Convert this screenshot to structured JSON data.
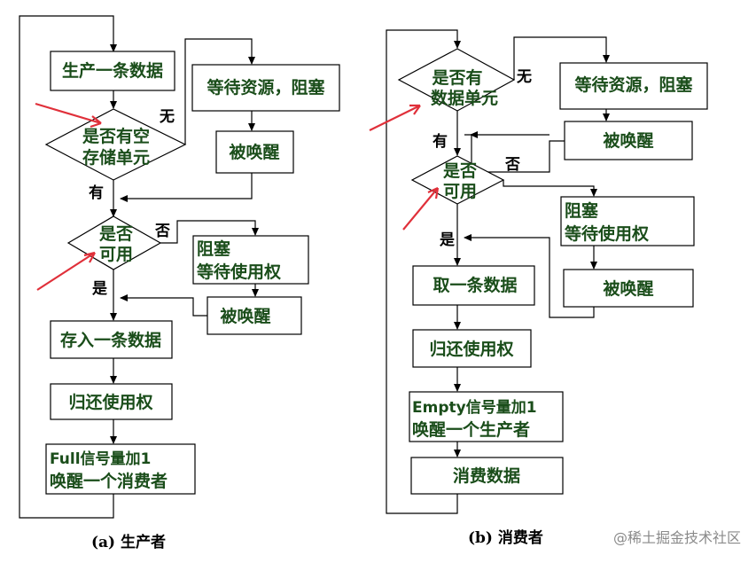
{
  "producer": {
    "caption": "(a)  生产者",
    "nodes": {
      "produce": "生产一条数据",
      "q_space_1": "是否有空",
      "q_space_2": "存储单元",
      "wait_block": "等待资源，阻塞",
      "woken_1": "被唤醒",
      "q_avail_1": "是否",
      "q_avail_2": "可用",
      "block_1": "阻塞",
      "block_2": "等待使用权",
      "woken_2": "被唤醒",
      "store": "存入一条数据",
      "return_right": "归还使用权",
      "signal_1": "Full信号量加1",
      "signal_2": "唤醒一个消费者"
    },
    "edges": {
      "no_space": "无",
      "has_space": "有",
      "not_avail": "否",
      "avail": "是"
    }
  },
  "consumer": {
    "caption": "(b)  消费者",
    "nodes": {
      "q_data_1": "是否有",
      "q_data_2": "数据单元",
      "wait_block": "等待资源，阻塞",
      "woken_1": "被唤醒",
      "q_avail_1": "是否",
      "q_avail_2": "可用",
      "block_1": "阻塞",
      "block_2": "等待使用权",
      "woken_2": "被唤醒",
      "fetch": "取一条数据",
      "return_right": "归还使用权",
      "signal_1": "Empty信号量加1",
      "signal_2": "唤醒一个生产者",
      "consume": "消费数据"
    },
    "edges": {
      "no_data": "无",
      "has_data": "有",
      "not_avail": "否",
      "avail": "是"
    }
  },
  "watermark": "@稀土掘金技术社区"
}
